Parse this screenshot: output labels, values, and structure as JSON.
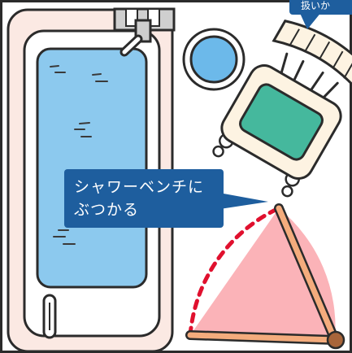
{
  "callout": {
    "line1": "シャワーベンチに",
    "line2": "ぶつかる"
  },
  "corner_callout": {
    "text": "扱いか"
  },
  "colors": {
    "outline": "#2b2b2b",
    "tub_rim": "#fbe9e3",
    "water": "#8cc9ee",
    "water_marks": "#3a3a3a",
    "door_panel": "#fbb3b8",
    "door_arc": "#e0102e",
    "door_frame": "#f4ac7d",
    "hinge": "#a8653a",
    "chair_body": "#fdf3e2",
    "chair_seat": "#45b89d",
    "drain": "#6cb9ea",
    "faucet": "#cfcfcf",
    "callout_bg": "#1e5e9e",
    "callout_text": "#ffffff"
  },
  "icons": [
    "bathtub",
    "faucet",
    "drain",
    "shower-bench",
    "door-swing",
    "grab-bar"
  ]
}
